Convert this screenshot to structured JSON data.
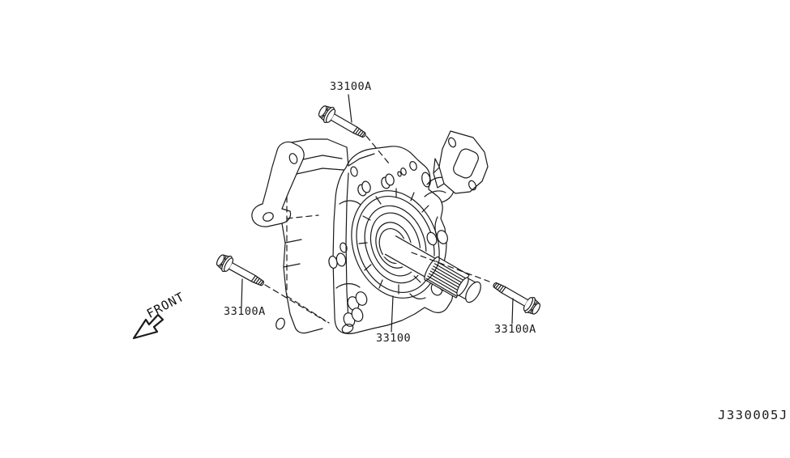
{
  "figure": {
    "code": "J330005J"
  },
  "orientation": {
    "label": "FRONT"
  },
  "parts": {
    "transfer_assembly": {
      "part_number": "33100"
    },
    "bolt_top": {
      "part_number": "33100A"
    },
    "bolt_left": {
      "part_number": "33100A"
    },
    "bolt_right": {
      "part_number": "33100A"
    }
  },
  "colors": {
    "line": "#1a1a1a",
    "background": "#ffffff"
  }
}
